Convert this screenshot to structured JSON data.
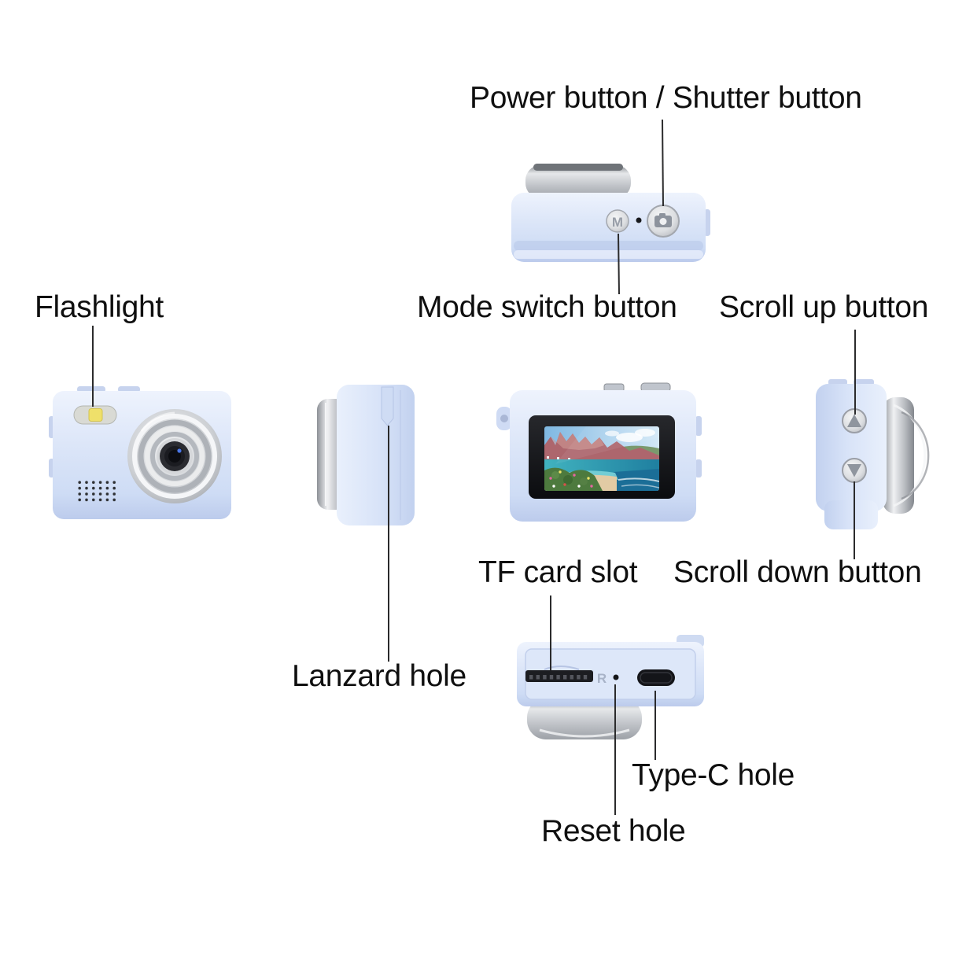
{
  "labels": {
    "power_shutter": "Power button / Shutter button",
    "mode_switch": "Mode switch button",
    "scroll_up": "Scroll up button",
    "flashlight": "Flashlight",
    "tf_card": "TF card slot",
    "scroll_down": "Scroll down button",
    "lanzard": "Lanzard hole",
    "type_c": "Type-C hole",
    "reset": "Reset hole"
  },
  "markings": {
    "mode_button_letter": "M",
    "reset_marking": "R"
  },
  "icons": {
    "shutter_button": "camera-icon",
    "scroll_up_button": "triangle-up-icon",
    "scroll_down_button": "triangle-down-icon"
  },
  "colors": {
    "body_blue": "#d9e3f8",
    "body_edge": "#b9c9ea",
    "silver": "#c9ccd1",
    "label_text": "#0f0f0f",
    "connector_line": "#2b2b2c",
    "screen_bezel": "#17181c",
    "flash_yellow": "#efe06a",
    "port_black": "#141519",
    "sea_teal": "#2aa3b2",
    "mountain_rose": "#ad666d",
    "sky_blue": "#8ec1e6"
  }
}
